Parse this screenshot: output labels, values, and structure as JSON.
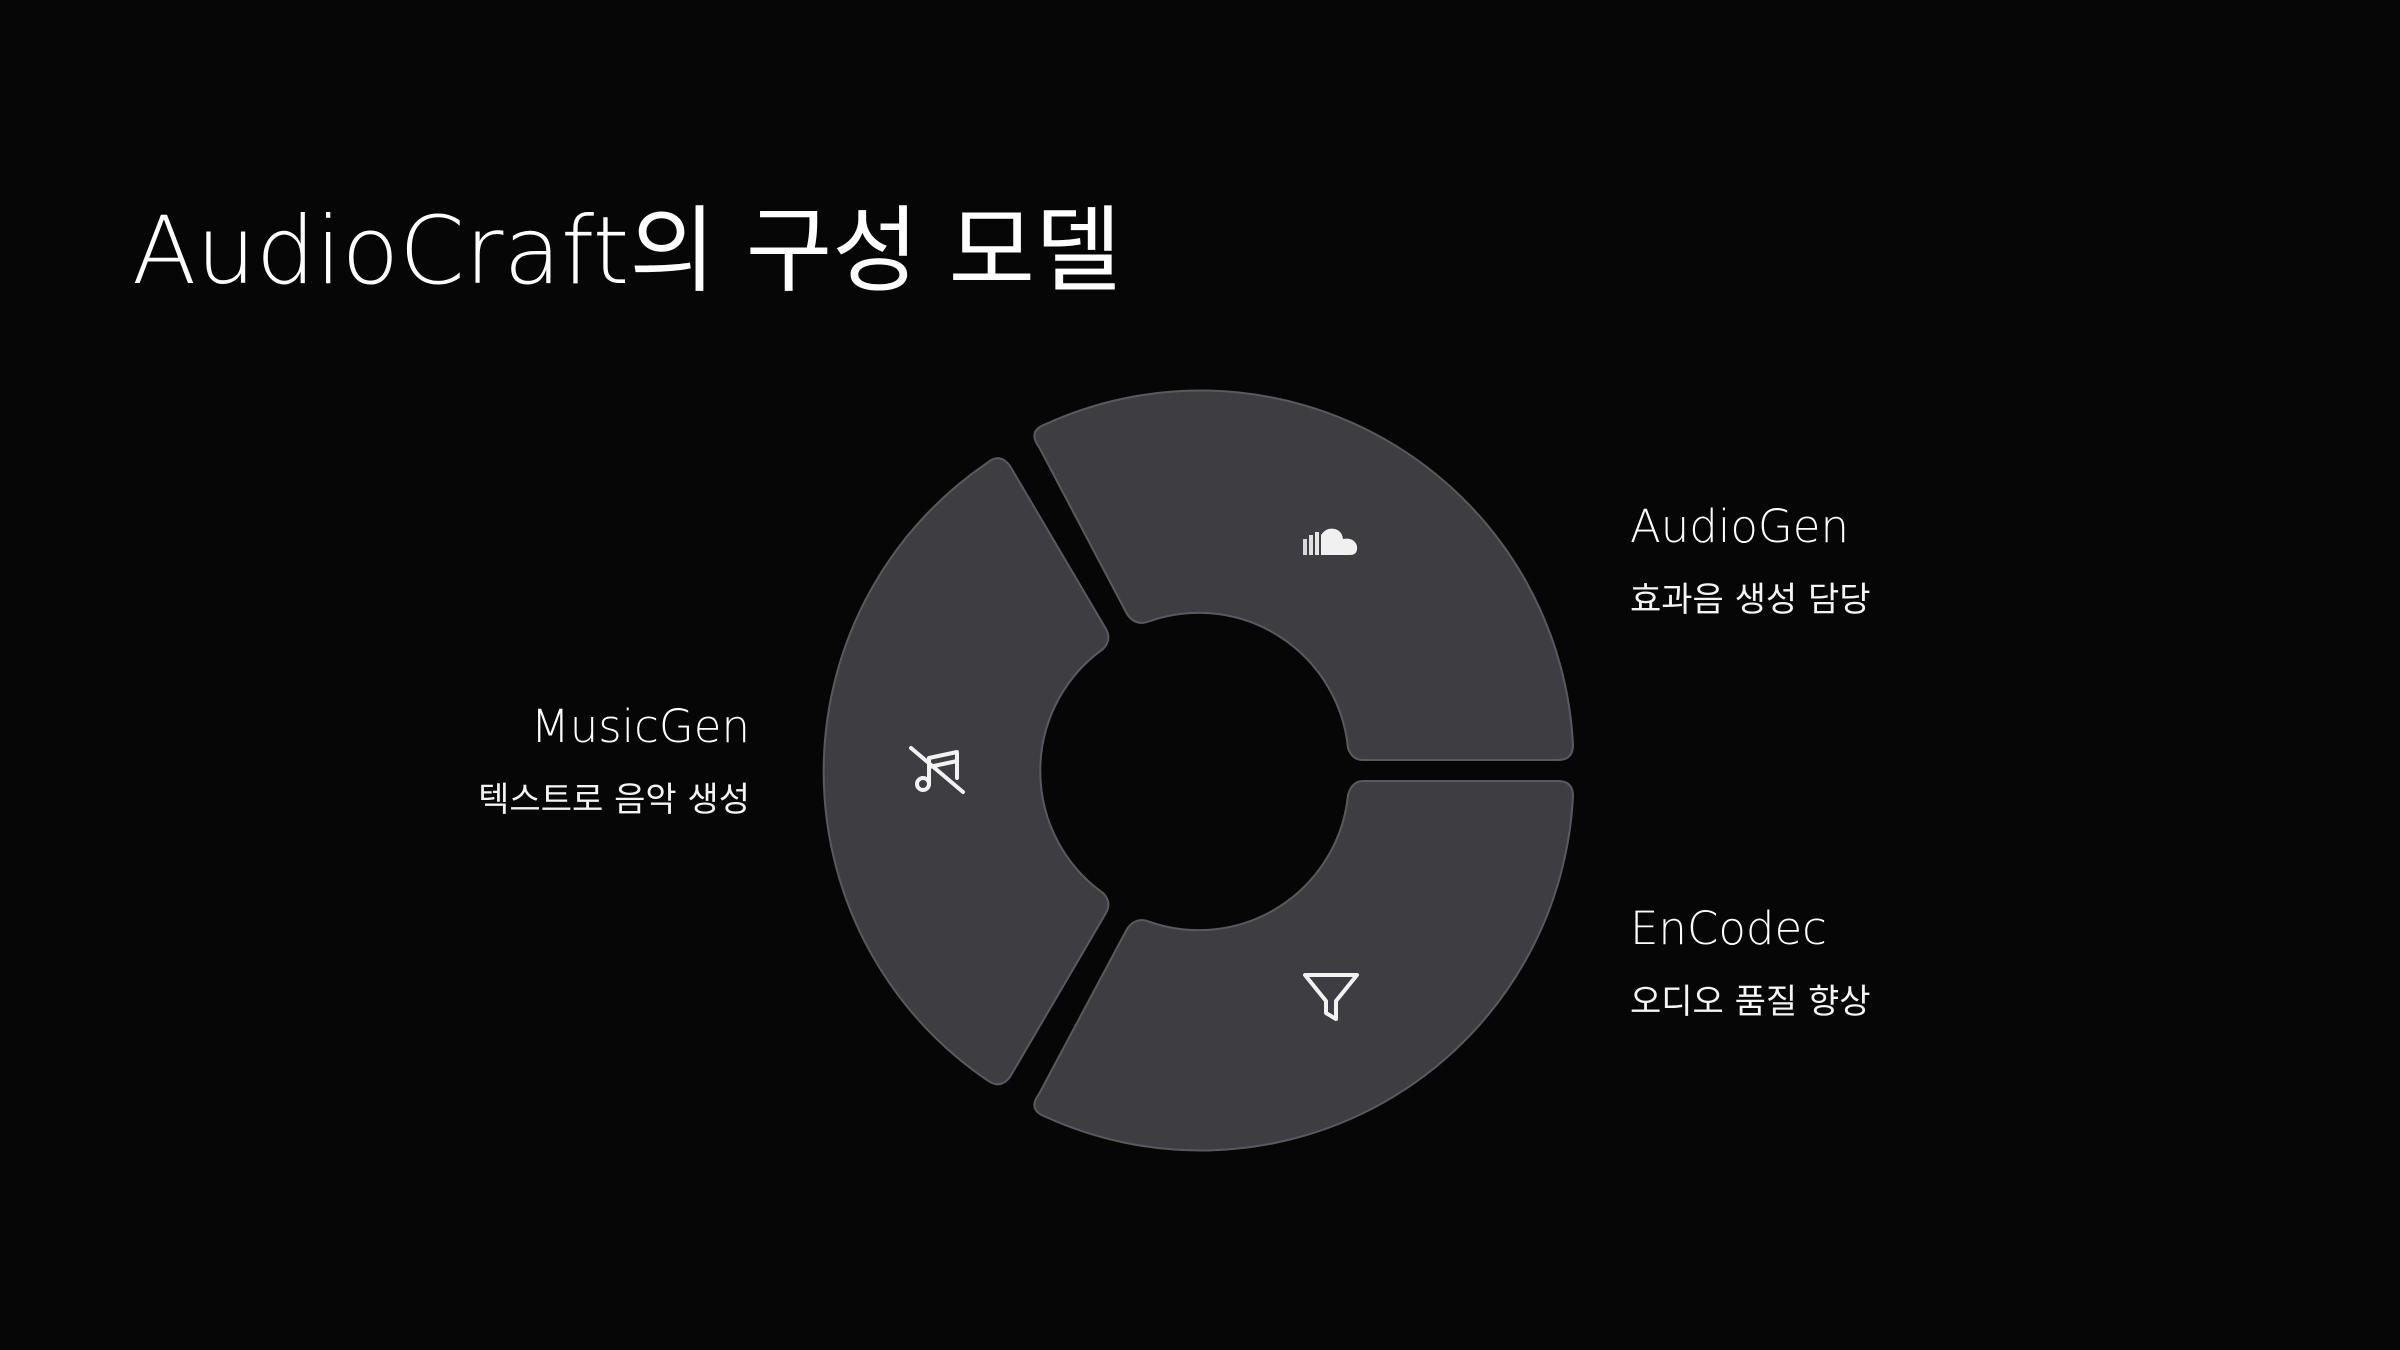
{
  "slide": {
    "title": "AudioCraft의 구성 모델"
  },
  "colors": {
    "background": "#060606",
    "segment_fill": "#3e3d42",
    "segment_stroke": "#5a595e",
    "text": "#ffffff"
  },
  "components": [
    {
      "name": "AudioGen",
      "description": "효과음 생성 담당",
      "icon": "cloud-icon"
    },
    {
      "name": "EnCodec",
      "description": "오디오 품질 향상",
      "icon": "funnel-icon"
    },
    {
      "name": "MusicGen",
      "description": "텍스트로 음악 생성",
      "icon": "music-off-icon"
    }
  ]
}
